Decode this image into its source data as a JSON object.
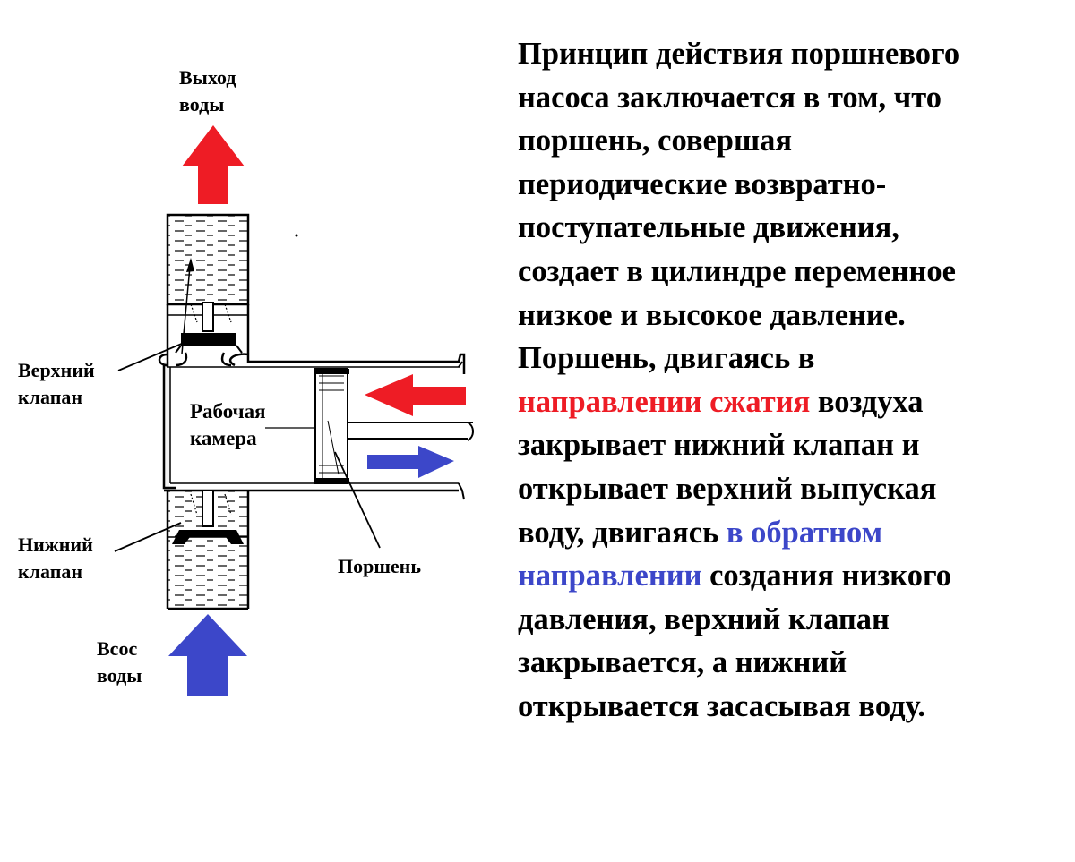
{
  "diagram": {
    "outlet_label": [
      "Выход",
      "воды"
    ],
    "upper_valve_label": [
      "Верхний",
      "клапан"
    ],
    "working_chamber_label": [
      "Рабочая",
      "камера"
    ],
    "lower_valve_label": [
      "Нижний",
      "клапан"
    ],
    "piston_label": "Поршень",
    "intake_label": [
      "Всос",
      "воды"
    ]
  },
  "colors": {
    "compression_arrow": "#ee1c25",
    "return_arrow": "#3c47c9"
  },
  "explanation": {
    "lines": [
      [
        {
          "text": "Принцип действия поршневого"
        }
      ],
      [
        {
          "text": "насоса заключается в том, что"
        }
      ],
      [
        {
          "text": "поршень, совершая"
        }
      ],
      [
        {
          "text": "периодические возвратно-"
        }
      ],
      [
        {
          "text": "поступательные движения,"
        }
      ],
      [
        {
          "text": "создает в цилиндре переменное"
        }
      ],
      [
        {
          "text": "низкое и высокое давление."
        }
      ],
      [
        {
          "text": "Поршень, двигаясь в"
        }
      ],
      [
        {
          "text": "направлении сжатия",
          "color": "red"
        },
        {
          "text": " воздуха"
        }
      ],
      [
        {
          "text": "закрывает нижний клапан и"
        }
      ],
      [
        {
          "text": "открывает верхний выпуская"
        }
      ],
      [
        {
          "text": "воду, двигаясь "
        },
        {
          "text": "в обратном",
          "color": "blue"
        }
      ],
      [
        {
          "text": "направлении",
          "color": "blue"
        },
        {
          "text": " создания низкого"
        }
      ],
      [
        {
          "text": "давления, верхний клапан"
        }
      ],
      [
        {
          "text": "закрывается, а нижний"
        }
      ],
      [
        {
          "text": "открывается засасывая воду."
        }
      ]
    ]
  }
}
